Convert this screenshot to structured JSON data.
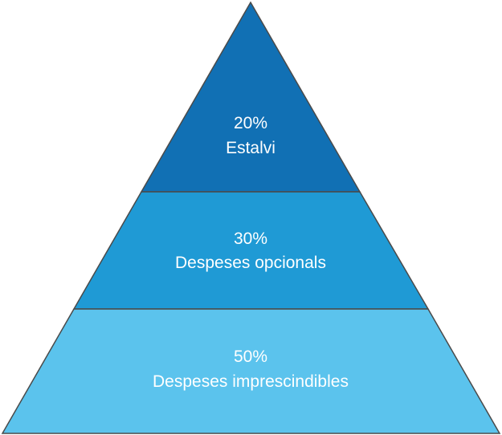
{
  "title": "Pyramid of budget allocation",
  "colors": {
    "top": "#1170b4",
    "middle": "#1f9ad5",
    "bottom": "#5bc3ed",
    "outline": "#4a4a4a",
    "text": "#ffffff"
  },
  "tiers": [
    {
      "percent": "20%",
      "label": "Estalvi"
    },
    {
      "percent": "30%",
      "label": "Despeses opcionals"
    },
    {
      "percent": "50%",
      "label": "Despeses imprescindibles"
    }
  ]
}
